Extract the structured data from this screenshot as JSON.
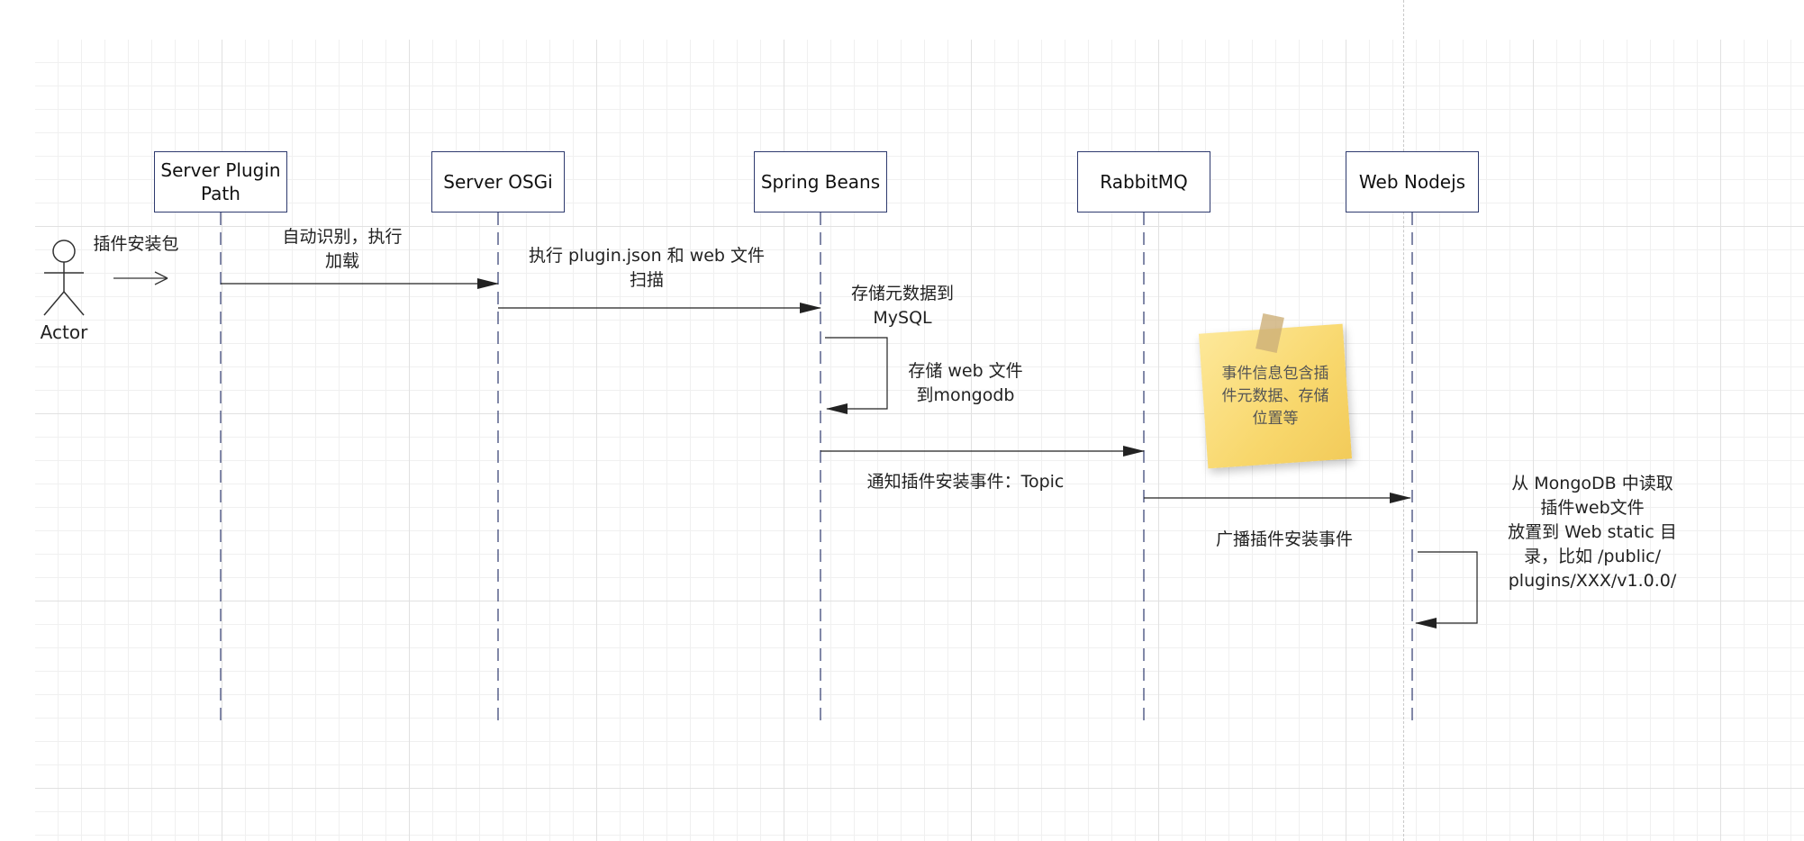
{
  "actor": {
    "label": "Actor"
  },
  "participants": [
    {
      "id": "server-plugin-path",
      "label": "Server Plugin\nPath"
    },
    {
      "id": "server-osgi",
      "label": "Server OSGi"
    },
    {
      "id": "spring-beans",
      "label": "Spring Beans"
    },
    {
      "id": "rabbitmq",
      "label": "RabbitMQ"
    },
    {
      "id": "web-nodejs",
      "label": "Web Nodejs"
    }
  ],
  "messages": {
    "install_package": "插件安装包",
    "auto_load": "自动识别，执行\n加载",
    "scan": "执行 plugin.json 和 web 文件\n扫描",
    "store_mysql": "存储元数据到\nMySQL",
    "store_mongo": "存储 web 文件\n到mongodb",
    "notify": "通知插件安装事件：Topic",
    "broadcast": "广播插件安装事件",
    "web_static": "从 MongoDB 中读取\n插件web文件\n放置到 Web static 目\n录，比如 /public/\nplugins/XXX/v1.0.0/"
  },
  "note": {
    "text": "事件信息包含插\n件元数据、存储\n位置等"
  },
  "colors": {
    "participant_border": "#2e3a6e",
    "lifeline": "#2e3a6e",
    "arrow": "#222222",
    "note": "#f8d76c"
  }
}
